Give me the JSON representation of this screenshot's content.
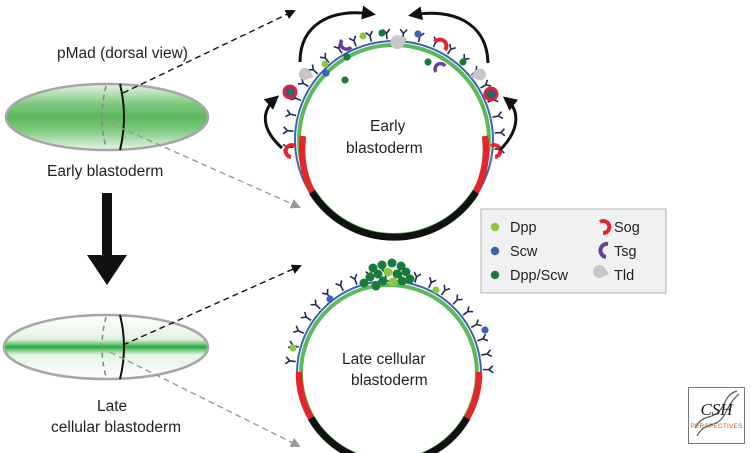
{
  "labels": {
    "pmad": "pMad (dorsal view)",
    "early": "Early blastoderm",
    "late_line1": "Late",
    "late_line2": "cellular blastoderm",
    "circle_early_line1": "Early",
    "circle_early_line2": "blastoderm",
    "circle_late_line1": "Late cellular",
    "circle_late_line2": "blastoderm"
  },
  "legend": {
    "left": [
      {
        "label": "Dpp",
        "icon": "dpp-dot",
        "color": "#8dc63f"
      },
      {
        "label": "Scw",
        "icon": "scw-dot",
        "color": "#3b63b0"
      },
      {
        "label": "Dpp/Scw",
        "icon": "dpp-scw-dot",
        "color": "#1a7a3c"
      }
    ],
    "right": [
      {
        "label": "Sog",
        "icon": "sog-crescent",
        "color": "#e3262b"
      },
      {
        "label": "Tsg",
        "icon": "tsg-crescent",
        "color": "#6a3d9a"
      },
      {
        "label": "Tld",
        "icon": "tld-pacman",
        "color": "#c7c7c7"
      }
    ]
  },
  "logo": {
    "title": "CSH",
    "subtitle": "PERSPECTIVES"
  },
  "colors": {
    "membrane_green": "#5cb85c",
    "membrane_blue": "#3b63b0",
    "ventral_red": "#e3262b",
    "gradient_green": "#3fae49",
    "legend_bg": "#f0f1f2"
  }
}
